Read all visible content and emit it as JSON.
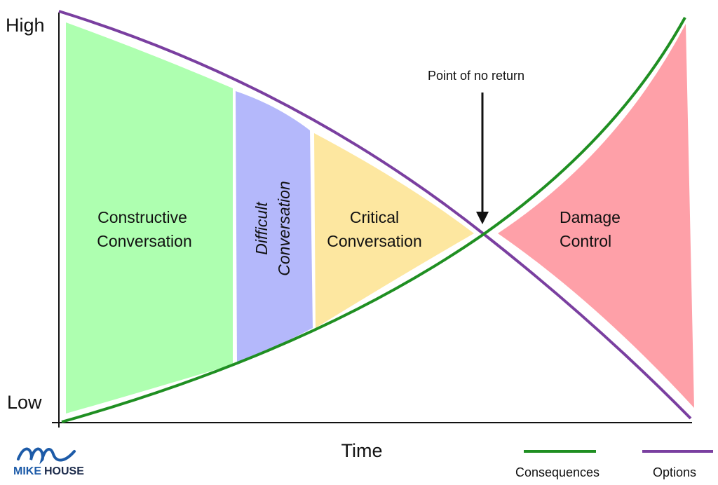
{
  "title": "Conversation escalation over time",
  "axes": {
    "y_high_label": "High",
    "y_low_label": "Low",
    "x_label": "Time"
  },
  "zones": [
    {
      "id": "constructive",
      "lines": [
        "Constructive",
        "Conversation"
      ],
      "color": "#aeffb0",
      "italic": false
    },
    {
      "id": "difficult",
      "lines": [
        "Difficult",
        "Conversation"
      ],
      "color": "#b4b8fb",
      "italic": true,
      "rotated": true
    },
    {
      "id": "critical",
      "lines": [
        "Critical",
        "Conversation"
      ],
      "color": "#fde7a0",
      "italic": false
    },
    {
      "id": "damage",
      "lines": [
        "Damage",
        "Control"
      ],
      "color": "#fea0a8",
      "italic": false
    }
  ],
  "annotation": {
    "text": "Point of no return"
  },
  "legend": [
    {
      "name": "Consequences",
      "color": "#1f8f22"
    },
    {
      "name": "Options",
      "color": "#7a3fa0"
    }
  ],
  "logo": {
    "word1": "MIKE",
    "word2": "HOUSE",
    "color1": "#1d5ba8",
    "color2": "#1b2a4a"
  },
  "chart_data": {
    "type": "line",
    "title": "",
    "xlabel": "Time",
    "ylabel": "",
    "y_tick_labels": [
      "Low",
      "High"
    ],
    "x": [
      0,
      0.1,
      0.2,
      0.3,
      0.4,
      0.5,
      0.6,
      0.667,
      0.7,
      0.8,
      0.9,
      1.0
    ],
    "series": [
      {
        "name": "Options",
        "color": "#7a3fa0",
        "values": [
          1.0,
          0.95,
          0.89,
          0.82,
          0.74,
          0.65,
          0.54,
          0.46,
          0.42,
          0.29,
          0.15,
          0.01
        ]
      },
      {
        "name": "Consequences",
        "color": "#1f8f22",
        "values": [
          0.0,
          0.05,
          0.1,
          0.16,
          0.24,
          0.33,
          0.41,
          0.46,
          0.5,
          0.62,
          0.78,
          0.98
        ]
      }
    ],
    "zones": [
      "Constructive Conversation",
      "Difficult Conversation",
      "Critical Conversation",
      "Damage Control"
    ],
    "annotations": [
      {
        "text": "Point of no return",
        "x": 0.667
      }
    ],
    "ylim": [
      0,
      1
    ],
    "xlim": [
      0,
      1
    ],
    "grid": false,
    "legend_position": "bottom-right"
  }
}
